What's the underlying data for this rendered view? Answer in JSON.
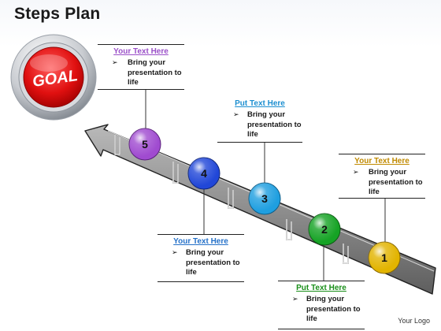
{
  "title": "Steps Plan",
  "goal_label": "GOAL",
  "logo": "Your Logo",
  "steps": [
    {
      "number": "1",
      "color": "#e2b400",
      "heading": "Your Text Here",
      "heading_color": "#c08a00",
      "body": "Bring your presentation to life"
    },
    {
      "number": "2",
      "color": "#16a325",
      "heading": "Put Text Here",
      "heading_color": "#1a8f1a",
      "body": "Bring your presentation to life"
    },
    {
      "number": "3",
      "color": "#1f9fe0",
      "heading": "Put Text Here",
      "heading_color": "#1d8fd0",
      "body": "Bring your presentation to life"
    },
    {
      "number": "4",
      "color": "#2147d8",
      "heading": "Your Text Here",
      "heading_color": "#2470c8",
      "body": "Bring your presentation to life"
    },
    {
      "number": "5",
      "color": "#a04bd0",
      "heading": "Your Text Here",
      "heading_color": "#9a4fc8",
      "body": "Bring your presentation to life"
    }
  ]
}
